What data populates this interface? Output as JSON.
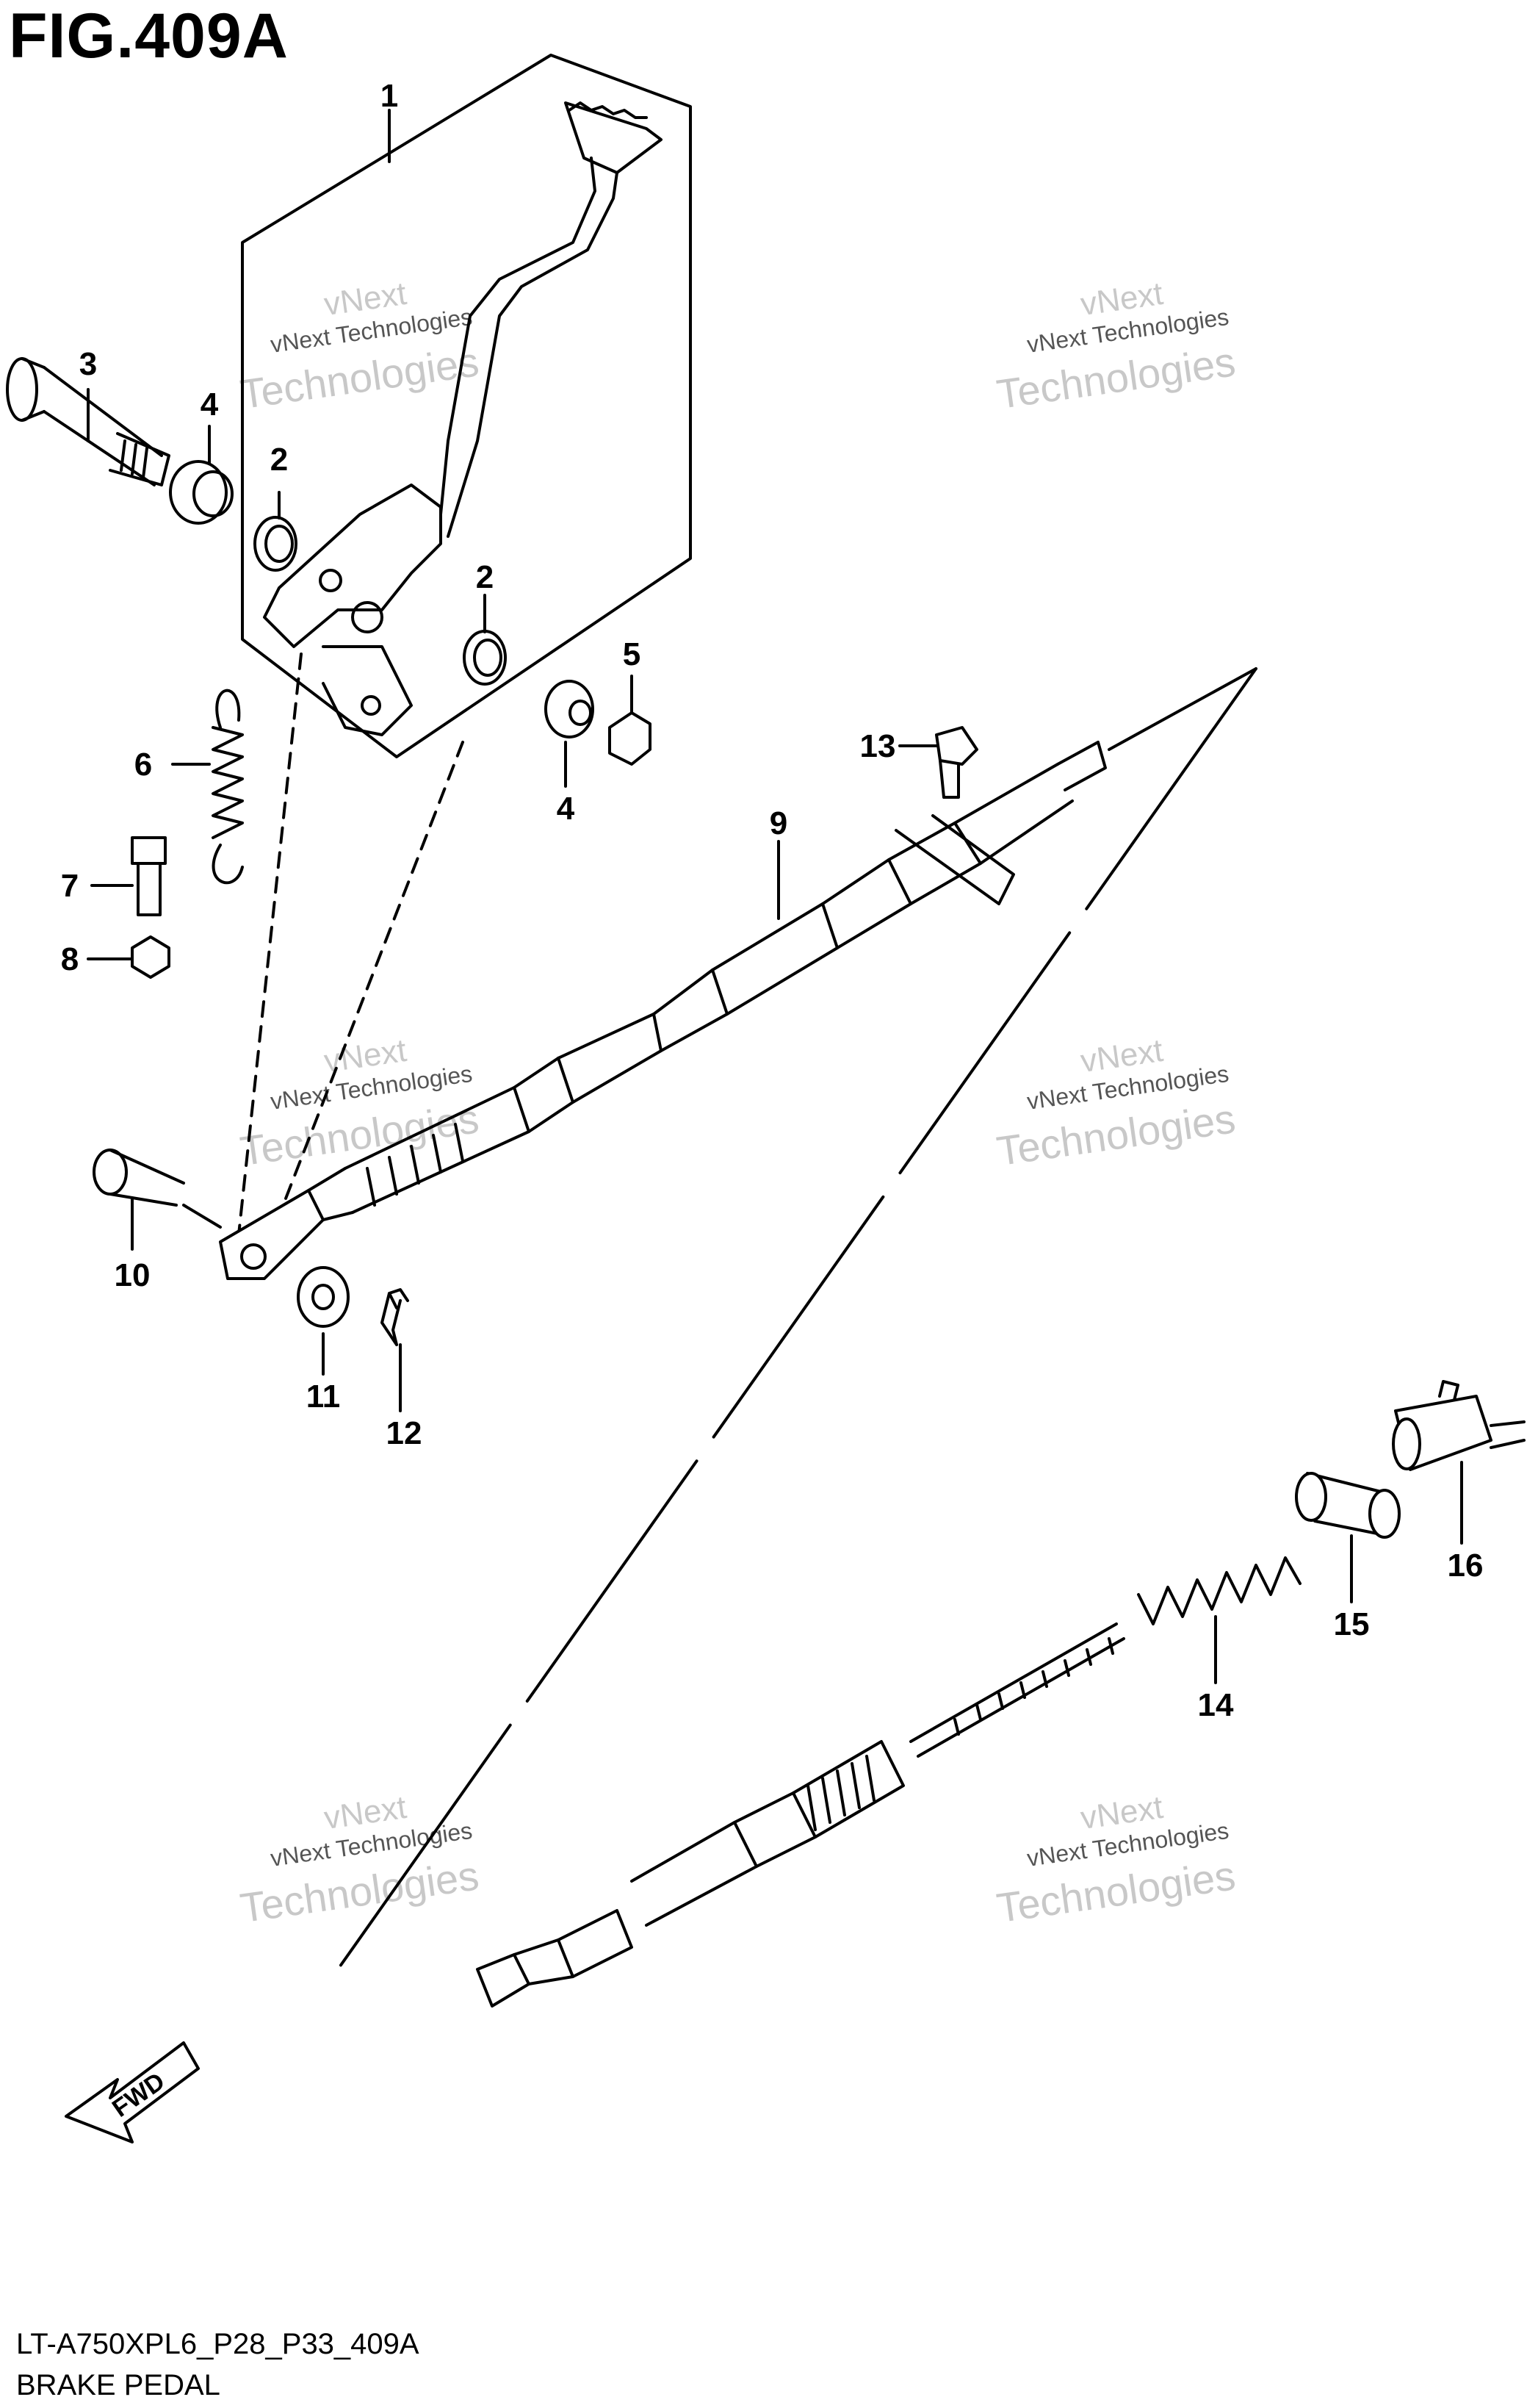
{
  "figure": {
    "title": "FIG.409A",
    "code": "LT-A750XPL6_P28_P33_409A",
    "name": "BRAKE PEDAL"
  },
  "callouts": [
    "1",
    "2",
    "2",
    "3",
    "4",
    "4",
    "5",
    "6",
    "7",
    "8",
    "9",
    "10",
    "11",
    "12",
    "13",
    "14",
    "15",
    "16"
  ],
  "fwd_label": "FWD",
  "watermark": {
    "line1": "vNext Technologies",
    "line2": "vNext",
    "line3": "Technologies"
  },
  "colors": {
    "ink": "#000000",
    "watermark": "#c8c8c8",
    "background": "#ffffff"
  }
}
